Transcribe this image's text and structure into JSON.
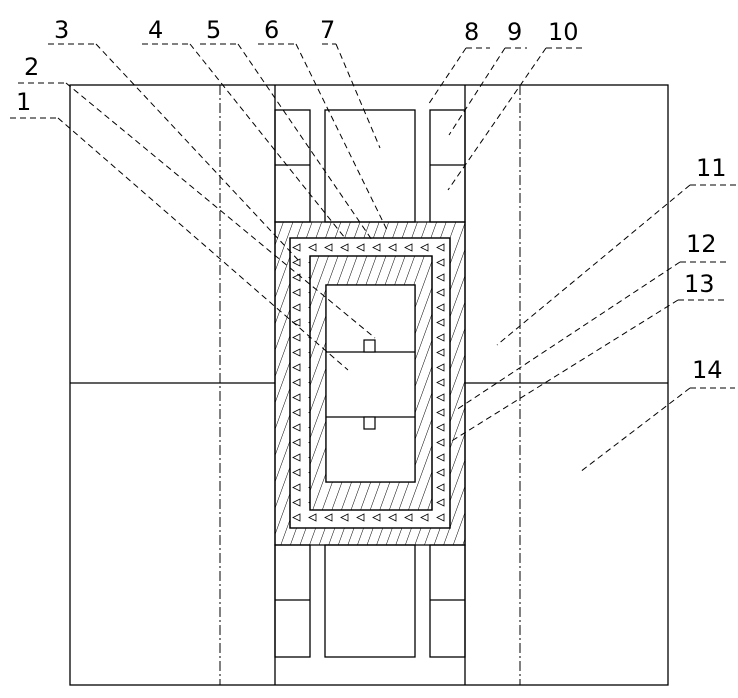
{
  "labels": {
    "n1": "1",
    "n2": "2",
    "n3": "3",
    "n4": "4",
    "n5": "5",
    "n6": "6",
    "n7": "7",
    "n8": "8",
    "n9": "9",
    "n10": "10",
    "n11": "11",
    "n12": "12",
    "n13": "13",
    "n14": "14"
  },
  "colors": {
    "line": "#000000",
    "background": "#ffffff"
  },
  "icons": {
    "hatch": "diagonal-hatch-pattern",
    "triangles": "triangle-fill-pattern",
    "connector": "small-square-connector"
  }
}
